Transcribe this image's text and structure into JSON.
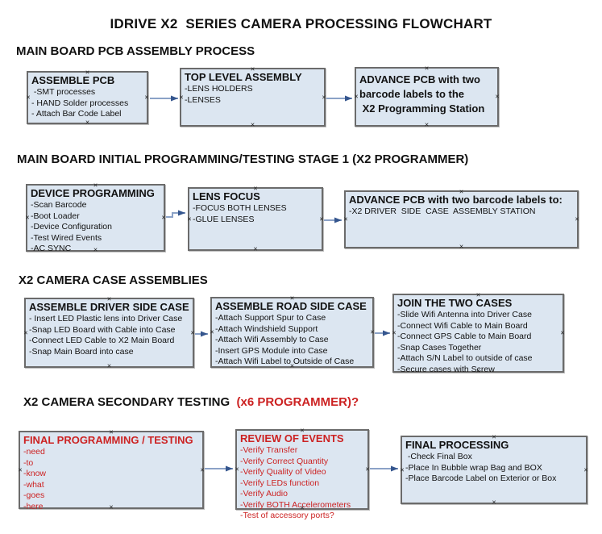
{
  "title": "IDRIVE X2  SERIES CAMERA PROCESSING FLOWCHART",
  "glyphs": {
    "anchor": "×"
  },
  "colors": {
    "box_fill": "#dce6f1",
    "box_border": "#6b6b6b",
    "connector_line": "#8ba2c7",
    "arrowhead": "#35568e",
    "red_text": "#cc2222",
    "black_text": "#111111"
  },
  "sections": [
    {
      "heading": "MAIN BOARD PCB ASSEMBLY PROCESS",
      "boxes": [
        {
          "title": "ASSEMBLE PCB",
          "items": [
            " -SMT processes",
            "- HAND Solder processes",
            "- Attach Bar Code Label"
          ]
        },
        {
          "title": "TOP LEVEL ASSEMBLY",
          "items": [
            "-LENS HOLDERS",
            "-LENSES"
          ]
        },
        {
          "title_lines": [
            "ADVANCE PCB with two",
            "barcode labels to the",
            " X2 Programming Station"
          ],
          "items": []
        }
      ]
    },
    {
      "heading": "MAIN BOARD INITIAL PROGRAMMING/TESTING STAGE 1 (X2 PROGRAMMER)",
      "boxes": [
        {
          "title": "DEVICE PROGRAMMING",
          "items": [
            "-Scan Barcode",
            "-Boot Loader",
            "-Device Configuration",
            "-Test Wired Events",
            "-AC SYNC"
          ]
        },
        {
          "title": "LENS FOCUS",
          "items": [
            "-FOCUS BOTH LENSES",
            "-GLUE LENSES"
          ]
        },
        {
          "title": "ADVANCE PCB with two barcode labels to:",
          "items": [
            "-X2 DRIVER  SIDE  CASE  ASSEMBLY STATION"
          ]
        }
      ]
    },
    {
      "heading": "X2 CAMERA CASE ASSEMBLIES",
      "boxes": [
        {
          "title": "ASSEMBLE DRIVER SIDE CASE",
          "items": [
            "- Insert LED Plastic lens into Driver Case",
            "-Snap LED Board with Cable into Case",
            "-Connect LED Cable to X2 Main Board",
            "-Snap Main Board into case"
          ]
        },
        {
          "title": "ASSEMBLE ROAD SIDE CASE",
          "items": [
            "-Attach Support Spur to Case",
            "-Attach Windshield Support",
            "-Attach Wifi Assembly to Case",
            "-Insert GPS Module into Case",
            "-Attach Wifi Label to Outside of Case"
          ]
        },
        {
          "title": "JOIN THE TWO CASES",
          "items": [
            "-Slide Wifi Antenna into Driver Case",
            "-Connect Wifi Cable to Main Board",
            "-Connect GPS Cable to Main Board",
            "-Snap Cases Together",
            "-Attach S/N Label to outside of case",
            "-Secure cases with Screw"
          ]
        }
      ]
    },
    {
      "heading": "X2 CAMERA SECONDARY TESTING ",
      "heading_red": " (x6 PROGRAMMER)?",
      "boxes": [
        {
          "title": "FINAL PROGRAMMING / TESTING",
          "items": [
            "-need",
            "-to",
            "-know",
            "-what",
            "-goes",
            "-here"
          ]
        },
        {
          "title": "REVIEW OF EVENTS",
          "items": [
            "-Verify Transfer",
            "-Verify Correct Quantity",
            "-Verify Quality of Video",
            "-Verify LEDs function",
            "-Verify Audio",
            "-Verify BOTH Accelerometers",
            "-Test of accessory ports?"
          ]
        },
        {
          "title": "FINAL PROCESSING",
          "items": [
            " -Check Final Box",
            "-Place In Bubble wrap Bag and BOX",
            "-Place Barcode Label on Exterior or Box"
          ]
        }
      ]
    }
  ]
}
